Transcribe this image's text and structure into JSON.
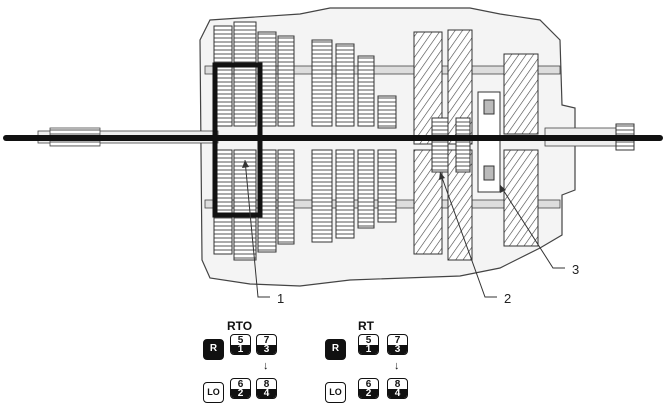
{
  "callouts": {
    "c1": "1",
    "c2": "2",
    "c3": "3"
  },
  "patterns": [
    {
      "name": "RTO",
      "keys": [
        {
          "label": "R"
        },
        {
          "top": "5",
          "bottom": "1"
        },
        {
          "top": "7",
          "bottom": "3"
        },
        {
          "label": "LO"
        },
        {
          "top": "6",
          "bottom": "2"
        },
        {
          "top": "8",
          "bottom": "4"
        }
      ]
    },
    {
      "name": "RT",
      "keys": [
        {
          "label": "R"
        },
        {
          "top": "5",
          "bottom": "1"
        },
        {
          "top": "7",
          "bottom": "3"
        },
        {
          "label": "LO"
        },
        {
          "top": "6",
          "bottom": "2"
        },
        {
          "top": "8",
          "bottom": "4"
        }
      ]
    }
  ]
}
